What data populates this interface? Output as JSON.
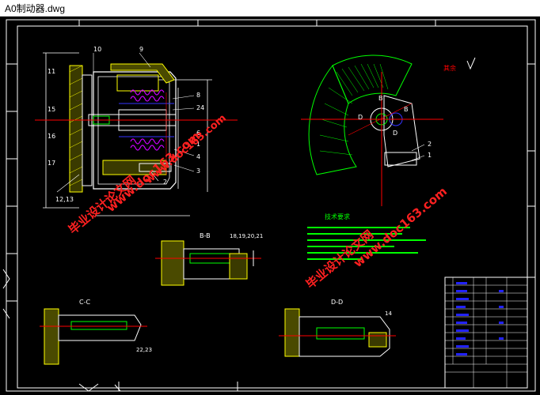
{
  "window": {
    "title": "A0制动器.dwg"
  },
  "colors": {
    "background": "#000000",
    "frame": "#ffffff",
    "yellow": "#ffff00",
    "green": "#00ff00",
    "red": "#ff0000",
    "cyan": "#00ffff",
    "blue": "#0000ff",
    "magenta": "#ff00ff",
    "watermark": "#ff2020"
  },
  "drawing": {
    "roughness_label": "其余",
    "main_view": {
      "labels": [
        "11",
        "10",
        "9",
        "8",
        "15",
        "16",
        "17",
        "12,13",
        "2",
        "3",
        "4",
        "24",
        "6",
        "1"
      ]
    },
    "side_view": {
      "labels": [
        "2",
        "1",
        "D",
        "D",
        "B",
        "B"
      ]
    },
    "section_bb": {
      "title": "B-B",
      "labels": [
        "18,19,20,21"
      ]
    },
    "section_cc": {
      "title": "C-C",
      "labels": [
        "22,23"
      ]
    },
    "section_dd": {
      "title": "D-D",
      "labels": [
        "14"
      ]
    },
    "tech_req": {
      "title": "技术要求"
    },
    "watermarks": [
      {
        "text": "毕业设计论文网"
      },
      {
        "text": "www.doc163.com"
      },
      {
        "text": "毕业设计论文网"
      },
      {
        "text": "www.doc163.com"
      },
      {
        "text": "毕业设计论文网"
      },
      {
        "text": "www.doc163.com"
      }
    ]
  }
}
